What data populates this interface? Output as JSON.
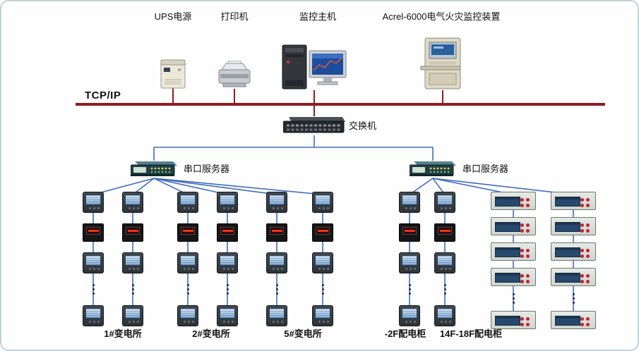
{
  "colors": {
    "bus_line": "#8e1c22",
    "connection_line": "#3f6dbf",
    "card_border": "#bfd2da",
    "meter_lcd": "#9dc0e4",
    "arcm_lcd": "#27496e"
  },
  "top_devices": [
    {
      "icon": "ups-icon",
      "label": "UPS电源"
    },
    {
      "icon": "printer-icon",
      "label": "打印机"
    },
    {
      "icon": "monitor-host-icon",
      "label": "监控主机"
    },
    {
      "icon": "acrel-cabinet-icon",
      "label": "Acrel-6000电气火灾监控装置"
    }
  ],
  "bus_label": "TCP/IP",
  "switch_label": "交换机",
  "serial_server_left_label": "串口服务器",
  "serial_server_right_label": "串口服务器",
  "group_labels": [
    "1#变电所",
    "2#变电所",
    "5#变电所",
    "-2F配电柜",
    "14F-18F配电柜"
  ],
  "icons": {
    "vertical_ellipsis": "⋮",
    "meter": "power-meter-icon",
    "detector": "fire-monitor-detector-icon"
  }
}
